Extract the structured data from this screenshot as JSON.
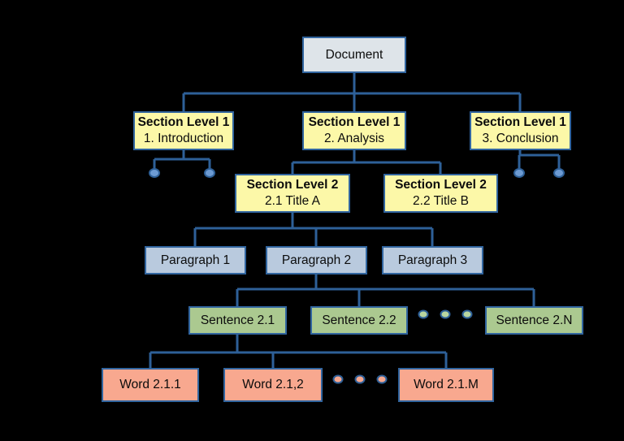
{
  "colors": {
    "background": "#000000",
    "line": "#2e6098",
    "border": "#31659f",
    "document_fill": "#dee4e9",
    "section_fill": "#fcf8a8",
    "paragraph_fill": "#b9cade",
    "sentence_fill": "#abc990",
    "word_fill": "#f8a88f",
    "dot_blue": "#6d9bd3",
    "dot_green": "#b9d6a0",
    "dot_salmon": "#f8a88f"
  },
  "nodes": {
    "document": {
      "label": "Document"
    },
    "sections_level1": [
      {
        "title": "Section Level 1",
        "subtitle": "1. Introduction"
      },
      {
        "title": "Section Level 1",
        "subtitle": "2. Analysis"
      },
      {
        "title": "Section Level 1",
        "subtitle": "3. Conclusion"
      }
    ],
    "sections_level2": [
      {
        "title": "Section Level 2",
        "subtitle": "2.1 Title A"
      },
      {
        "title": "Section Level 2",
        "subtitle": "2.2 Title B"
      }
    ],
    "paragraphs": [
      {
        "label": "Paragraph 1"
      },
      {
        "label": "Paragraph 2"
      },
      {
        "label": "Paragraph 3"
      }
    ],
    "sentences": [
      {
        "label": "Sentence 2.1"
      },
      {
        "label": "Sentence 2.2"
      },
      {
        "label": "Sentence 2.N"
      }
    ],
    "words": [
      {
        "label": "Word 2.1.1"
      },
      {
        "label": "Word 2.1,2"
      },
      {
        "label": "Word 2.1.M"
      }
    ],
    "ellipsis": {
      "introduction_child_dots": 2,
      "conclusion_child_dots": 2,
      "sentence_row_dots": 3,
      "word_row_dots": 3
    }
  }
}
